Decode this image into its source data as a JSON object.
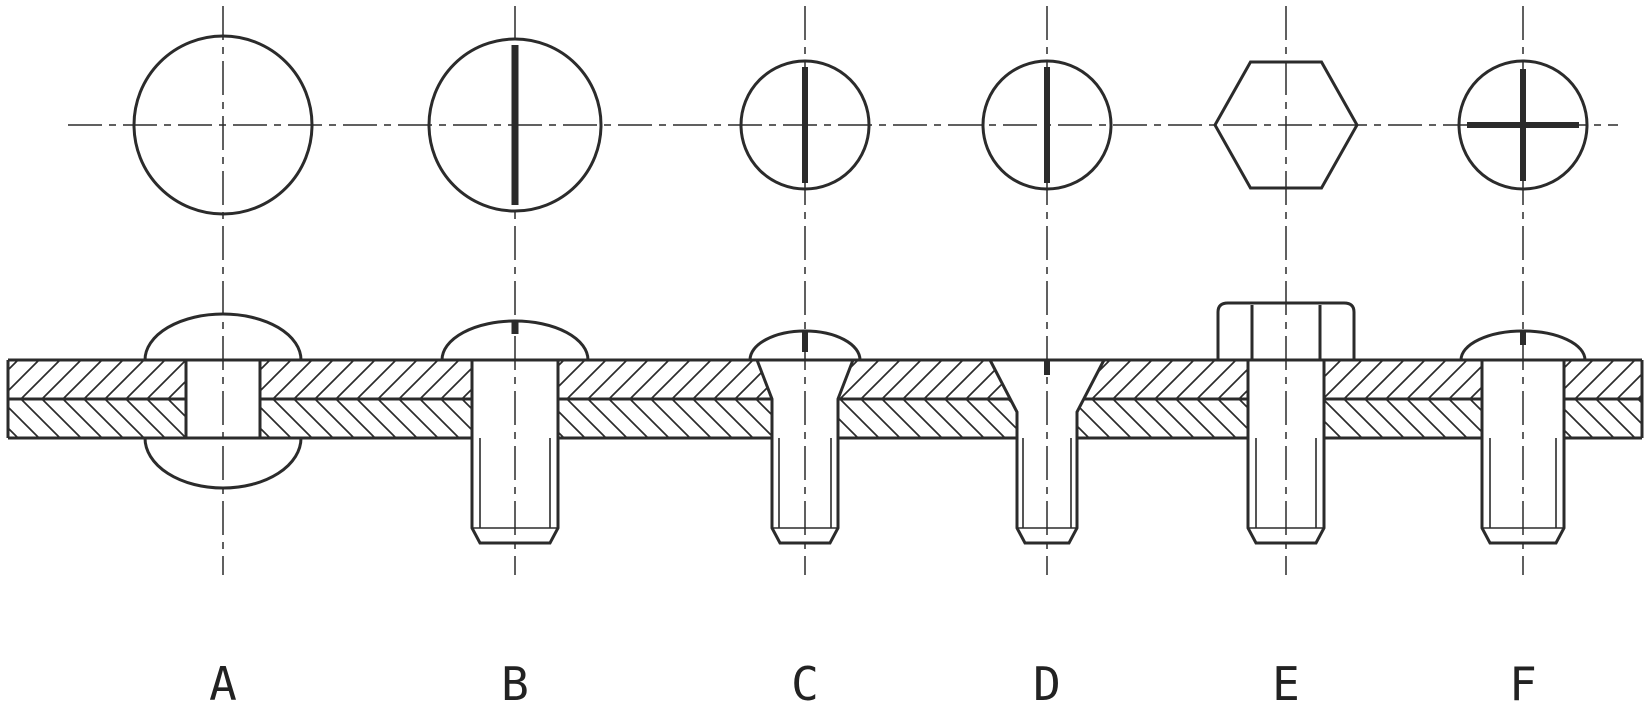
{
  "figure": {
    "labels": [
      "A",
      "B",
      "C",
      "D",
      "E",
      "F"
    ]
  },
  "colors": {
    "line": "#2b2b2b",
    "background": "#ffffff"
  }
}
